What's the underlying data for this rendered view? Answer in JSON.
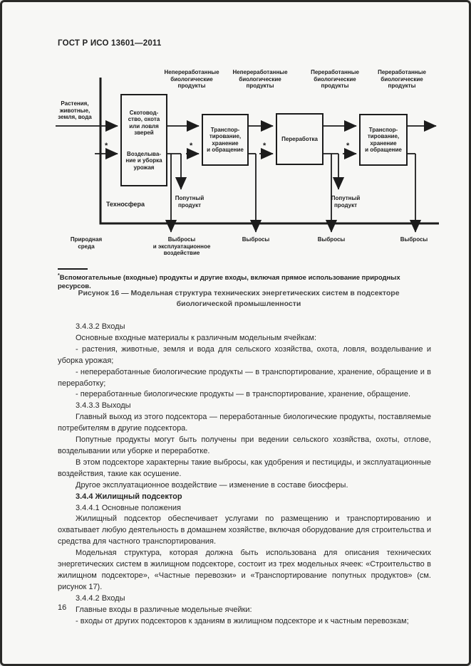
{
  "page": {
    "header": "ГОСТ Р ИСО 13601—2011",
    "number": "16"
  },
  "figure": {
    "asterisk": "*",
    "top_labels": [
      "Непереработанные\nбиологические\nпродукты",
      "Непереработанные\nбиологические\nпродукты",
      "Переработанные\nбиологические\nпродукты",
      "Переработанные\nбиологические\nпродукты"
    ],
    "left_input": "Растения,\nживотные,\nземля, вода",
    "boxes": {
      "livestock": "Скотовод-\nство, охота\nили ловля\nзверей",
      "farming": "Возделыва-\nние и уборка\nурожая",
      "transport1": "Транспор-\nтирование,\nхранение\nи обращение",
      "processing": "Переработка",
      "transport2": "Транспор-\nтирование,\nхранение\nи обращение"
    },
    "technosphere": "Техносфера",
    "nature": "Природная\nсреда",
    "byproduct": "Попутный\nпродукт",
    "emissions_full": "Выбросы\nи эксплуатационное\nвоздействие",
    "emissions": "Выбросы",
    "footnote_marker": "*",
    "footnote_text": "Вспомогательные (входные) продукты и другие входы, включая прямое использование природных ресурсов.",
    "caption": "Рисунок 16 — Модельная структура технических энергетических систем в подсекторе\nбиологической промышленности"
  },
  "content": {
    "paragraphs": [
      {
        "text": "3.4.3.2 Входы"
      },
      {
        "text": "Основные входные материалы к различным модельным ячейкам:"
      },
      {
        "text": "- растения, животные, земля и вода для сельского хозяйства, охота, ловля, возделывание и уборка урожая;"
      },
      {
        "text": "- непереработанные биологические продукты — в транспортирование, хранение, обращение и в переработку;"
      },
      {
        "text": "- переработанные биологические продукты — в транспортирование, хранение, обращение."
      },
      {
        "text": "3.4.3.3 Выходы"
      },
      {
        "text": "Главный выход из этого подсектора — переработанные биологические продукты, поставляемые потребителям в другие подсектора."
      },
      {
        "text": "Попутные продукты могут быть получены при ведении сельского хозяйства, охоты, отлове, возделывании или уборке и переработке."
      },
      {
        "text": "В этом подсекторе характерны такие выбросы, как удобрения и пестициды, и эксплуатационные воздействия, такие как осушение."
      },
      {
        "text": "Другое эксплуатационное воздействие — изменение в составе биосферы."
      },
      {
        "text": "3.4.4 Жилищный подсектор"
      },
      {
        "text": "3.4.4.1 Основные положения"
      },
      {
        "text": "Жилищный подсектор обеспечивает услугами по размещению и транспортированию и охватывает любую деятельность в домашнем хозяйстве, включая оборудование для строительства и средства для частного транспортирования."
      },
      {
        "text": "Модельная структура, которая должна быть использована для описания технических энергетических систем в жилищном подсекторе, состоит из трех модельных ячеек: «Строительство в жилищном подсекторе», «Частные перевозки» и «Транспортирование попутных продуктов» (см. рисунок 17)."
      },
      {
        "text": "3.4.4.2 Входы"
      },
      {
        "text": "Главные входы в различные модельные ячейки:"
      },
      {
        "text": "- входы от других подсекторов к зданиям в жилищном подсекторе и к частным перевозкам;"
      }
    ]
  }
}
